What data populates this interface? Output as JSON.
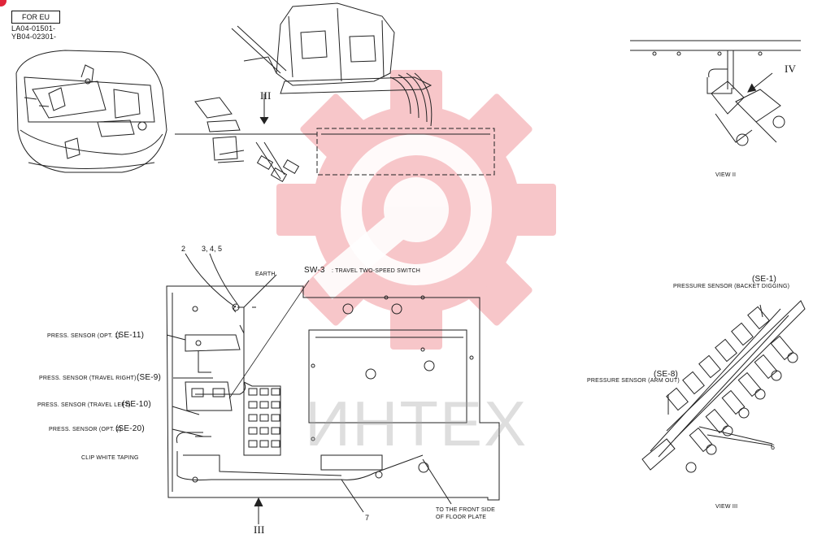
{
  "header": {
    "region_badge": "FOR EU",
    "serial_1": "LA04-01501-",
    "serial_2": "YB04-02301-"
  },
  "callouts": {
    "part_2": "2",
    "part_345": "3, 4, 5",
    "earth": "EARTH",
    "sw3_code": "SW-3",
    "sw3_desc": ": TRAVEL TWO-SPEED SWITCH",
    "se11_desc": "PRESS. SENSOR (OPT. 1)",
    "se11_code": "(SE-11)",
    "se9_desc": "PRESS. SENSOR (TRAVEL RIGHT)",
    "se9_code": "(SE-9)",
    "se10_desc": "PRESS. SENSOR (TRAVEL LEFT)",
    "se10_code": "(SE-10)",
    "se20_desc": "PRESS. SENSOR (OPT. 2)",
    "se20_code": "(SE-20)",
    "clip": "CLIP WHITE TAPING",
    "front_line1": "TO THE FRONT SIDE",
    "front_line2": "OF FLOOR PLATE",
    "part_7": "7",
    "view3_arrow": "III",
    "view3_arrow_top": "III"
  },
  "right_views": {
    "view_iv_arrow": "IV",
    "view_ii_caption": "VIEW II",
    "se1_code": "(SE-1)",
    "se1_desc": "PRESSURE SENSOR (BACKET DIGGING)",
    "se8_code": "(SE-8)",
    "se8_desc": "PRESSURE SENSOR (ARM OUT)",
    "part_6": "6",
    "view_iii_caption": "VIEW III"
  },
  "watermark": {
    "text": "ИНТЕХ",
    "color": "#f2a0a6"
  }
}
